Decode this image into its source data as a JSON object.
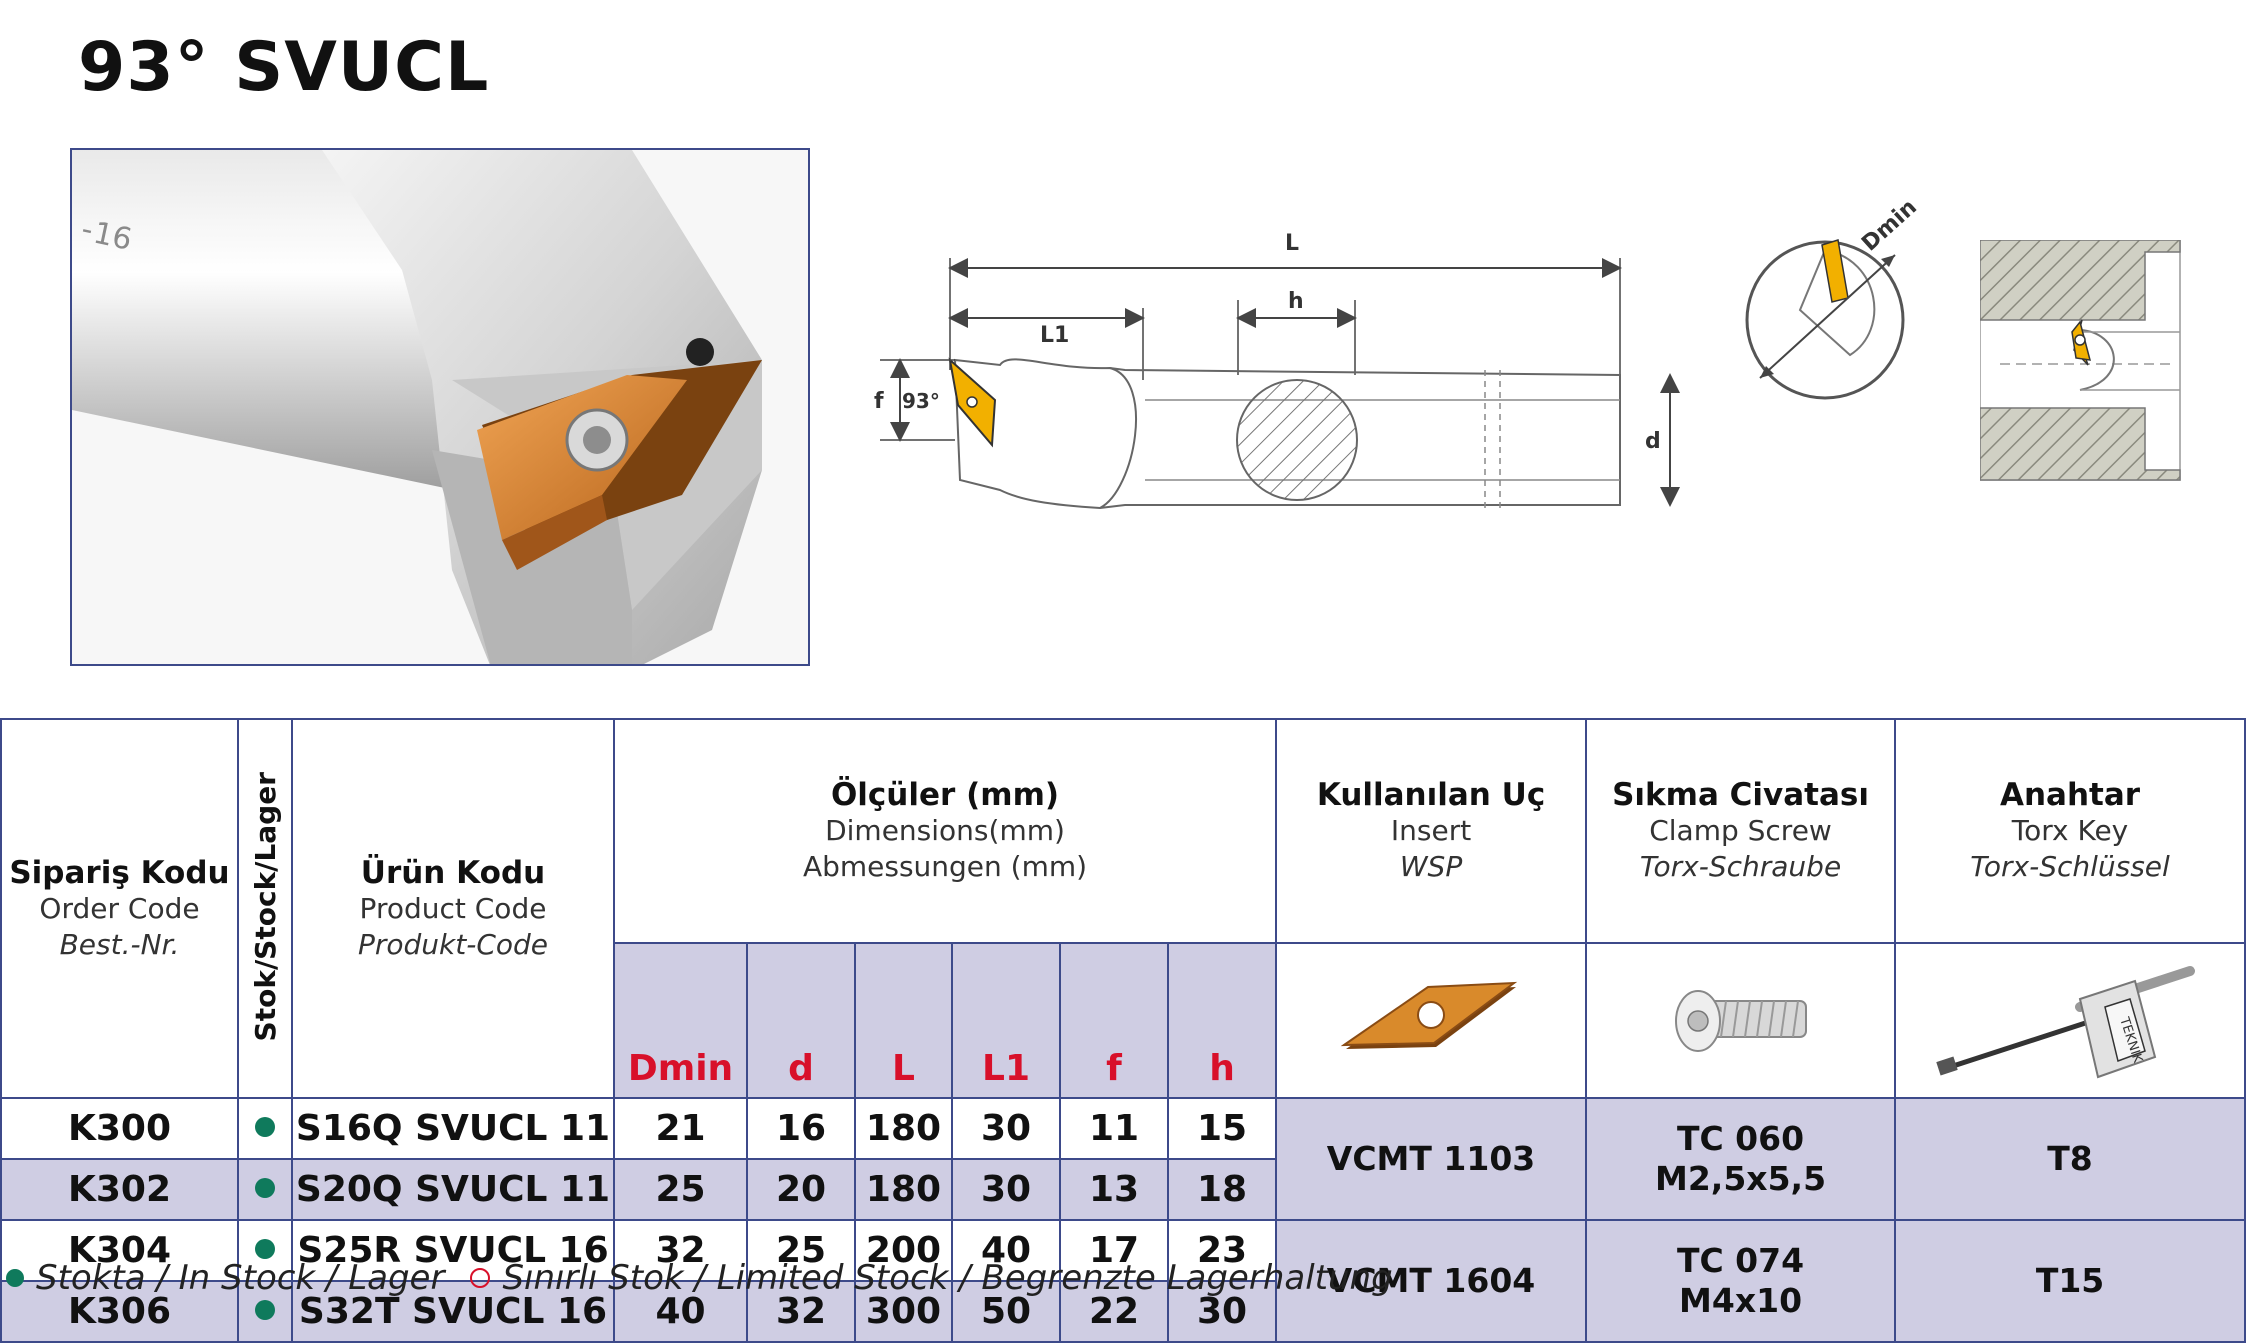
{
  "title": "93° SVUCL",
  "photo": {
    "shank_marking": "16"
  },
  "drawing": {
    "labels": {
      "L": "L",
      "L1": "L1",
      "h": "h",
      "f": "f",
      "d": "d",
      "angle": "93°",
      "dmin": "Dmin"
    }
  },
  "table": {
    "order_code": {
      "tr": "Sipariş Kodu",
      "en": "Order Code",
      "de": "Best.-Nr."
    },
    "stock": {
      "label": "Stok/Stock/Lager"
    },
    "product_code": {
      "tr": "Ürün Kodu",
      "en": "Product Code",
      "de": "Produkt-Code"
    },
    "dimensions": {
      "tr": "Ölçüler (mm)",
      "en": "Dimensions(mm)",
      "de": "Abmessungen (mm)"
    },
    "dim_cols": [
      "Dmin",
      "d",
      "L",
      "L1",
      "f",
      "h"
    ],
    "insert": {
      "tr": "Kullanılan Uç",
      "en": "Insert",
      "de": "WSP"
    },
    "clamp": {
      "tr": "Sıkma Civatası",
      "en": "Clamp Screw",
      "de": "Torx-Schraube"
    },
    "key": {
      "tr": "Anahtar",
      "en": "Torx Key",
      "de": "Torx-Schlüssel"
    },
    "key_brand": "TEKNIK",
    "rows": [
      {
        "order": "K300",
        "in_stock": true,
        "product": "S16Q SVUCL 11",
        "dmin": "21",
        "d": "16",
        "L": "180",
        "L1": "30",
        "f": "11",
        "h": "15"
      },
      {
        "order": "K302",
        "in_stock": true,
        "product": "S20Q SVUCL 11",
        "dmin": "25",
        "d": "20",
        "L": "180",
        "L1": "30",
        "f": "13",
        "h": "18"
      },
      {
        "order": "K304",
        "in_stock": true,
        "product": "S25R SVUCL 16",
        "dmin": "32",
        "d": "25",
        "L": "200",
        "L1": "40",
        "f": "17",
        "h": "23"
      },
      {
        "order": "K306",
        "in_stock": true,
        "product": "S32T SVUCL 16",
        "dmin": "40",
        "d": "32",
        "L": "300",
        "L1": "50",
        "f": "22",
        "h": "30"
      }
    ],
    "groups": [
      {
        "insert": "VCMT 1103",
        "clamp_line1": "TC 060",
        "clamp_line2": "M2,5x5,5",
        "key": "T8"
      },
      {
        "insert": "VCMT 1604",
        "clamp_line1": "TC 074",
        "clamp_line2": "M4x10",
        "key": "T15"
      }
    ]
  },
  "legend": {
    "in_stock": "Stokta / In Stock / Lager",
    "limited": "Sınırlı Stok / Limited Stock / Begrenzte Lagerhaltung"
  },
  "colors": {
    "border": "#3d4a8a",
    "row_alt": "#cfcde3",
    "dim_header": "#d8102a",
    "stock_dot": "#0f7a5c",
    "insert": "#d98a2b"
  }
}
